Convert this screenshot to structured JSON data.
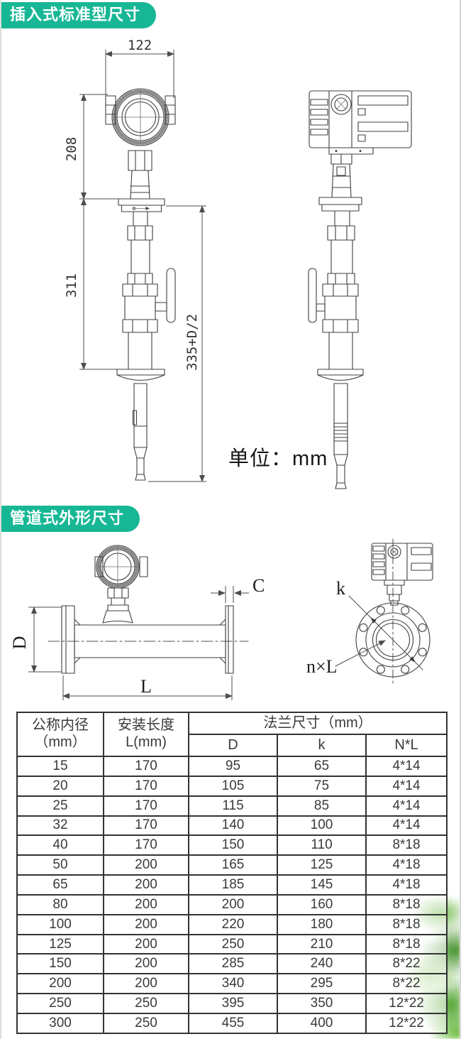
{
  "colors": {
    "accent": "#17b795",
    "line": "#3f3f3f",
    "leaf_green_dark": "#3a8c1e",
    "leaf_green_mid": "#60b034",
    "leaf_green_light": "#96cd6e"
  },
  "section_insertion": {
    "badge": "插入式标准型尺寸",
    "dims": {
      "head_width": "122",
      "upper_height": "208",
      "valve_height": "311",
      "total_height": "335+D/2"
    },
    "unit_label": "单位：mm"
  },
  "section_pipeline": {
    "badge": "管道式外形尺寸",
    "labels": {
      "diameter": "D",
      "length": "L",
      "flange_thickness": "C",
      "bolt_circle": "k",
      "bolt_holes": "n×L"
    }
  },
  "dimension_table": {
    "headers": {
      "nominal": "公称内径\n（mm）",
      "install_length": "安装长度\nL(mm)",
      "flange_group": "法兰尺寸（mm）",
      "d": "D",
      "k": "k",
      "nl": "N*L"
    },
    "rows": [
      [
        "15",
        "170",
        "95",
        "65",
        "4*14"
      ],
      [
        "20",
        "170",
        "105",
        "75",
        "4*14"
      ],
      [
        "25",
        "170",
        "115",
        "85",
        "4*14"
      ],
      [
        "32",
        "170",
        "140",
        "100",
        "4*14"
      ],
      [
        "40",
        "170",
        "150",
        "110",
        "8*18"
      ],
      [
        "50",
        "200",
        "165",
        "125",
        "4*18"
      ],
      [
        "65",
        "200",
        "185",
        "145",
        "4*18"
      ],
      [
        "80",
        "200",
        "200",
        "160",
        "8*18"
      ],
      [
        "100",
        "200",
        "220",
        "180",
        "8*18"
      ],
      [
        "125",
        "200",
        "250",
        "210",
        "8*18"
      ],
      [
        "150",
        "200",
        "285",
        "240",
        "8*22"
      ],
      [
        "200",
        "200",
        "340",
        "295",
        "8*22"
      ],
      [
        "250",
        "250",
        "395",
        "350",
        "12*22"
      ],
      [
        "300",
        "250",
        "455",
        "400",
        "12*22"
      ]
    ]
  }
}
